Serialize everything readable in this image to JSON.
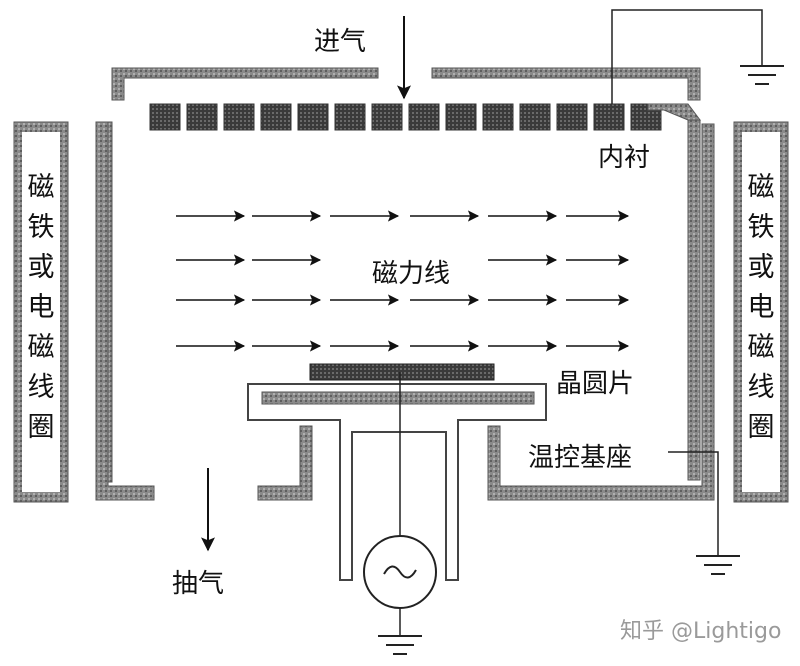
{
  "labels": {
    "gas_in": "进气",
    "liner": "内衬",
    "field_lines": "磁力线",
    "wafer": "晶圆片",
    "chuck": "温控基座",
    "pump_out": "抽气",
    "magnet_left": [
      "磁",
      "铁",
      "或",
      "电",
      "磁",
      "线",
      "圈"
    ],
    "magnet_right": [
      "磁",
      "铁",
      "或",
      "电",
      "磁",
      "线",
      "圈"
    ]
  },
  "watermark": "知乎 @Lightigo",
  "icons": {
    "rf_source": "ac-source-icon",
    "ground": "ground-icon"
  },
  "colors": {
    "wall": "#7d7d7d",
    "showerhead": "#4a4a4a",
    "wafer": "#2e2e2e",
    "line": "#1a1a1a"
  }
}
